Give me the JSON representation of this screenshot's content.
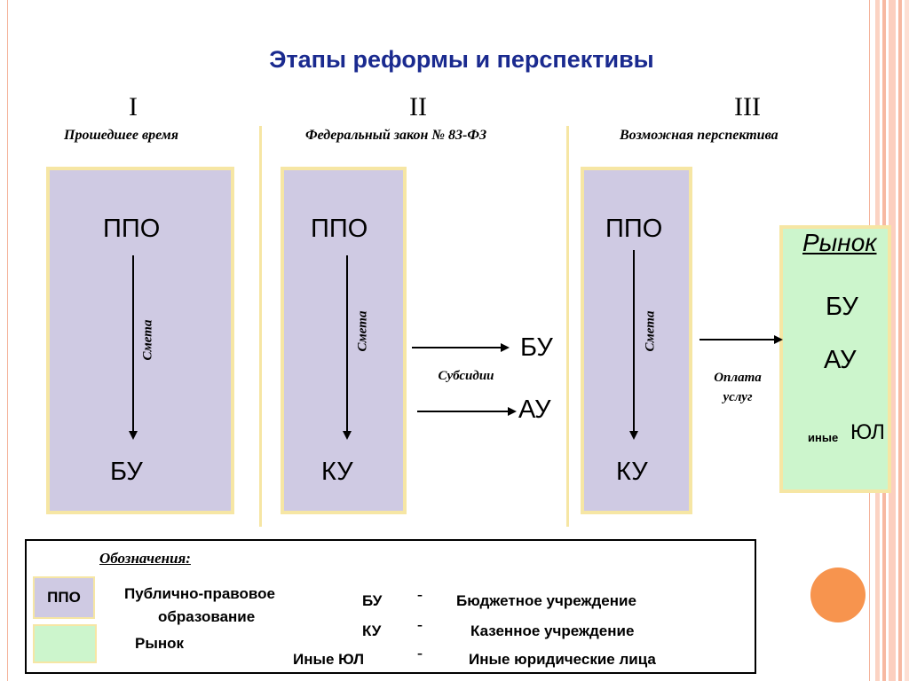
{
  "title": "Этапы реформы и перспективы",
  "stages": [
    {
      "numeral": "I",
      "caption": "Прошедшее время"
    },
    {
      "numeral": "II",
      "caption": "Федеральный закон № 83-ФЗ"
    },
    {
      "numeral": "III",
      "caption": "Возможная перспектива"
    }
  ],
  "panels": [
    {
      "top": "ППО",
      "arrow_label": "Смета",
      "bottom": "БУ"
    },
    {
      "top": "ППО",
      "arrow_label": "Смета",
      "bottom": "КУ"
    },
    {
      "top": "ППО",
      "arrow_label": "Смета",
      "bottom": "КУ"
    }
  ],
  "subsidies": {
    "label": "Субсидии",
    "targets": [
      "БУ",
      "АУ"
    ]
  },
  "payment": {
    "label_line1": "Оплата",
    "label_line2": "услуг"
  },
  "market": {
    "title": "Рынок",
    "items": [
      "БУ",
      "АУ"
    ],
    "other_prefix": "иные",
    "other": "ЮЛ"
  },
  "legend": {
    "title": "Обозначения:",
    "ppo_swatch": "ППО",
    "ppo_line1": "Публично-правовое",
    "ppo_line2": "образование",
    "market_label": "Рынок",
    "entries": [
      {
        "abbr": "БУ",
        "dash": "-",
        "meaning": "Бюджетное учреждение"
      },
      {
        "abbr": "КУ",
        "dash": "-",
        "meaning": "Казенное учреждение"
      },
      {
        "abbr": "Иные ЮЛ",
        "dash": "-",
        "meaning": "Иные юридические лица"
      }
    ]
  },
  "colors": {
    "title": "#1a2a8f",
    "panel_fill": "#cfcae3",
    "panel_border": "#f6e6a4",
    "market_fill": "#ccf5cc",
    "accent_circle": "#f7944e",
    "side_stripes": "#f4b49c"
  }
}
